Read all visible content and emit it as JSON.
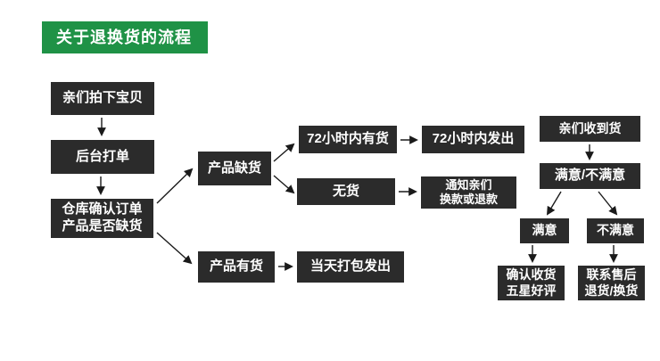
{
  "title": "关于退换货的流程",
  "colors": {
    "title_bg": "#1f9246",
    "node_bg": "#2b2b2b",
    "node_text": "#ffffff",
    "arrow": "#1a1a1a",
    "background": "#ffffff"
  },
  "flowchart": {
    "type": "flowchart",
    "nodes": {
      "order_placed": "亲们拍下宝贝",
      "backend_print": "后台打单",
      "warehouse_check": "仓库确认订单\n产品是否缺货",
      "product_lacking": "产品缺货",
      "stock_within_72h": "72小时内有货",
      "ship_within_72h": "72小时内发出",
      "no_stock": "无货",
      "notify_customer": "通知亲们\n换款或退款",
      "product_available": "产品有货",
      "pack_ship_today": "当天打包发出",
      "received_goods": "亲们收到货",
      "satisfied_or_not": "满意/不满意",
      "satisfied": "满意",
      "unsatisfied": "不满意",
      "confirm_receipt_review": "确认收货\n五星好评",
      "contact_after_sales": "联系售后\n退货/换货"
    },
    "edges": [
      {
        "from": "order_placed",
        "to": "backend_print"
      },
      {
        "from": "backend_print",
        "to": "warehouse_check"
      },
      {
        "from": "warehouse_check",
        "to": "product_lacking"
      },
      {
        "from": "warehouse_check",
        "to": "product_available"
      },
      {
        "from": "product_lacking",
        "to": "stock_within_72h"
      },
      {
        "from": "product_lacking",
        "to": "no_stock"
      },
      {
        "from": "stock_within_72h",
        "to": "ship_within_72h"
      },
      {
        "from": "no_stock",
        "to": "notify_customer"
      },
      {
        "from": "product_available",
        "to": "pack_ship_today"
      },
      {
        "from": "received_goods",
        "to": "satisfied_or_not"
      },
      {
        "from": "satisfied_or_not",
        "to": "satisfied"
      },
      {
        "from": "satisfied_or_not",
        "to": "unsatisfied"
      },
      {
        "from": "satisfied",
        "to": "confirm_receipt_review"
      },
      {
        "from": "unsatisfied",
        "to": "contact_after_sales"
      }
    ]
  }
}
